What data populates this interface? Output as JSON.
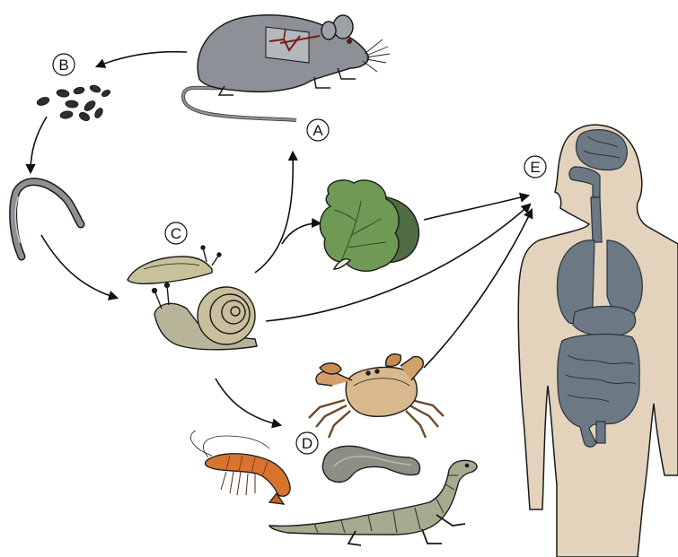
{
  "labels": {
    "a": "A",
    "b": "B",
    "c": "C",
    "d": "D",
    "e": "E"
  },
  "colors": {
    "rat": "#8d9096",
    "snail_shell": "#c9bf9c",
    "slug": "#c8c29a",
    "lettuce": "#6f9a55",
    "crab": "#d8b98e",
    "shrimp": "#d8742f",
    "flatworm": "#8e8e86",
    "lizard": "#a4ab8e",
    "body": "#e3d3bd",
    "organs": "#6c7984",
    "outline": "#1a1a1a"
  },
  "icons": {
    "a": "rat-icon",
    "b": "feces-pellets-icon",
    "larva": "larva-worm-icon",
    "c1": "slug-icon",
    "c2": "snail-icon",
    "lettuce": "lettuce-icon",
    "d1": "crab-icon",
    "d2": "shrimp-icon",
    "d3": "flatworm-icon",
    "d4": "monitor-lizard-icon",
    "e": "human-body-icon"
  }
}
